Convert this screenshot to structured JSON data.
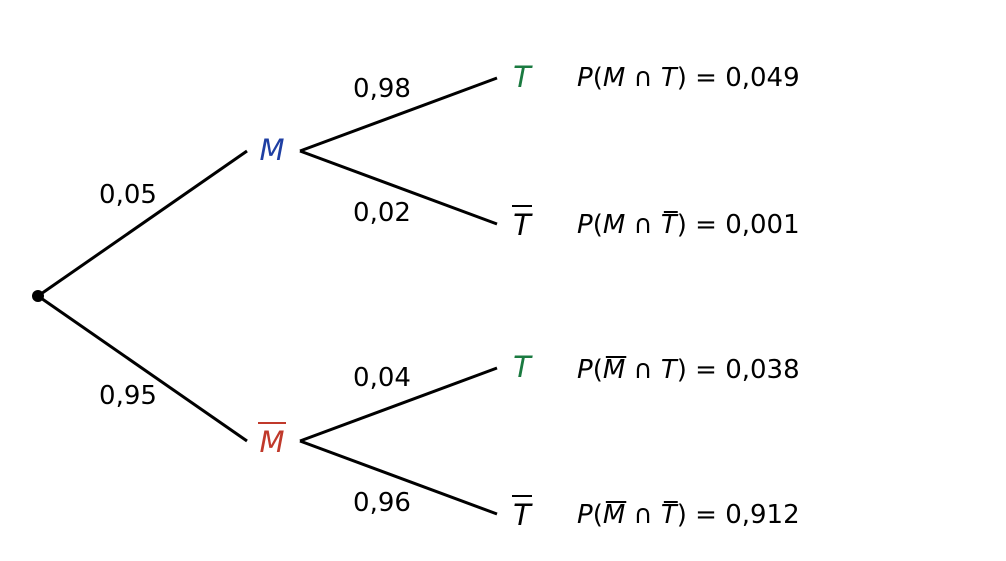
{
  "colors": {
    "M": "#1f3fa3",
    "M_bar": "#c0392b",
    "T": "#1a7a40",
    "T_bar": "#000000",
    "line": "#000000"
  },
  "tree": {
    "branch_probabilities": {
      "root_to_M": "0,05",
      "root_to_M_bar": "0,95",
      "M_to_T": "0,98",
      "M_to_T_bar": "0,02",
      "M_bar_to_T": "0,04",
      "M_bar_to_T_bar": "0,96"
    },
    "nodes": {
      "level1_top": "M",
      "level1_bottom": "M",
      "leaf1": "T",
      "leaf2": "T",
      "leaf3": "T",
      "leaf4": "T"
    },
    "results": [
      {
        "prefix": "P(",
        "first": "M",
        "first_bar": false,
        "cap": " ∩ ",
        "second": "T",
        "second_bar": false,
        "suffix": ") = ",
        "value": "0,049"
      },
      {
        "prefix": "P(",
        "first": "M",
        "first_bar": false,
        "cap": " ∩ ",
        "second": "T",
        "second_bar": true,
        "suffix": ") = ",
        "value": "0,001"
      },
      {
        "prefix": "P(",
        "first": "M",
        "first_bar": true,
        "cap": " ∩ ",
        "second": "T",
        "second_bar": false,
        "suffix": ") = ",
        "value": "0,038"
      },
      {
        "prefix": "P(",
        "first": "M",
        "first_bar": true,
        "cap": " ∩ ",
        "second": "T",
        "second_bar": true,
        "suffix": ") = ",
        "value": "0,912"
      }
    ]
  }
}
